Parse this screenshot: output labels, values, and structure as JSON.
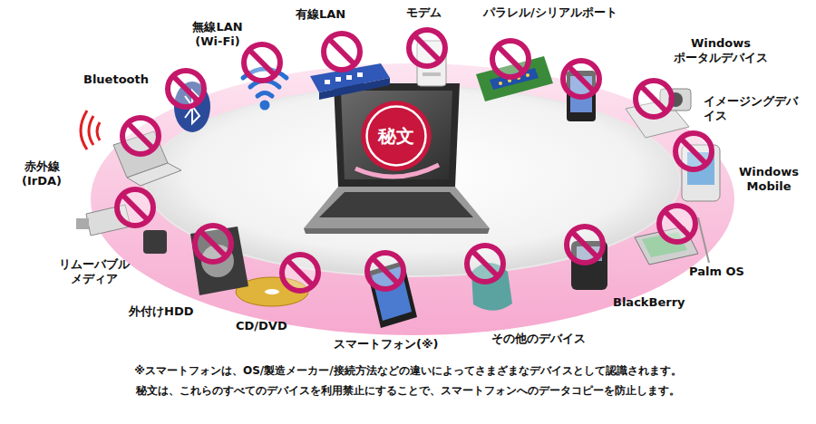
{
  "diagram": {
    "nodes": [
      {
        "text": [
          "秘文"
        ]
      }
    ],
    "labels": [
      "Bluetooth",
      "無線LAN (Wi-Fi)",
      "有線LAN",
      "モデム",
      "パラレル/シリアルポート",
      "Windows ポータルデバイス",
      "イメージングデバイス",
      "Windows Mobile",
      "赤外線 (IrDA)",
      "リムーバブル メディア",
      "外付けHDD",
      "CD/DVD",
      "スマートフォン(※)",
      "その他のデバイス",
      "BlackBerry",
      "Palm OS",
      "※スマートフォンは、OS/製造メーカー/接続方法などの違いによってさまざまなデバイスとして認識されます。",
      "秘文は、これらのすべてのデバイスを利用禁止にすることで、スマートフォンへのデータコピーを防止します。"
    ]
  }
}
